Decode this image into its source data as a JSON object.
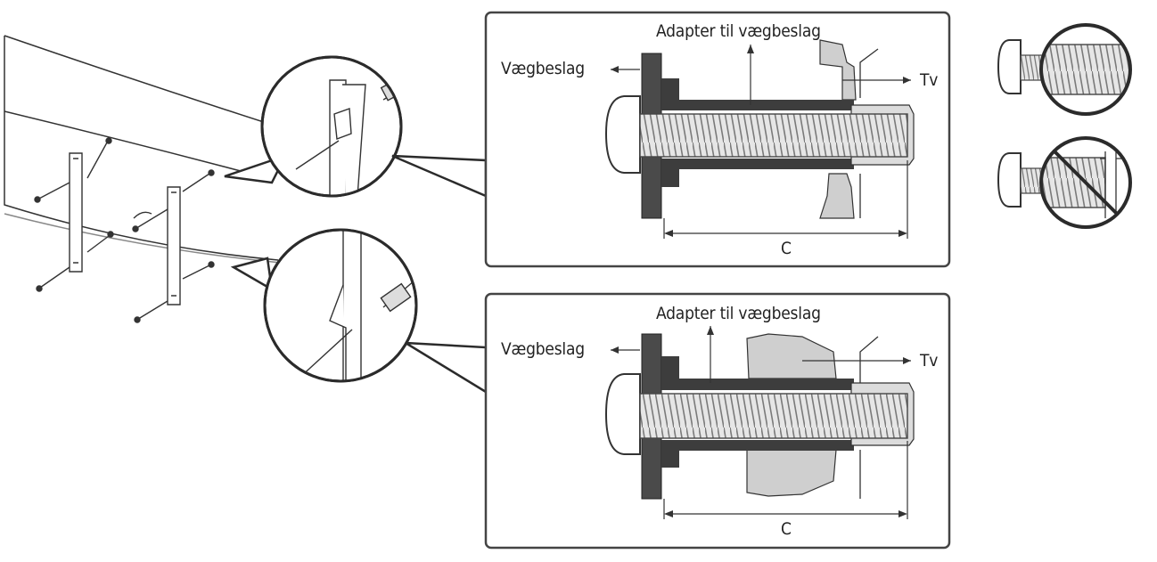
{
  "panels": [
    {
      "id": "top",
      "adapter_label": "Adapter til vægbeslag",
      "wall_mount_label": "Vægbeslag",
      "tv_label": "Tv",
      "dimension_label": "C"
    },
    {
      "id": "bottom",
      "adapter_label": "Adapter til vægbeslag",
      "wall_mount_label": "Vægbeslag",
      "tv_label": "Tv",
      "dimension_label": "C"
    }
  ],
  "screw_examples": [
    {
      "id": "correct",
      "status": "ok"
    },
    {
      "id": "incorrect",
      "status": "prohibited"
    }
  ],
  "colors": {
    "line": "#2b2b2b",
    "dark_part": "#4a4a4a",
    "mid_part": "#8a8a8a",
    "light_part": "#c9c9c9",
    "thread": "#bdbdbd",
    "panel_border": "#444444"
  }
}
